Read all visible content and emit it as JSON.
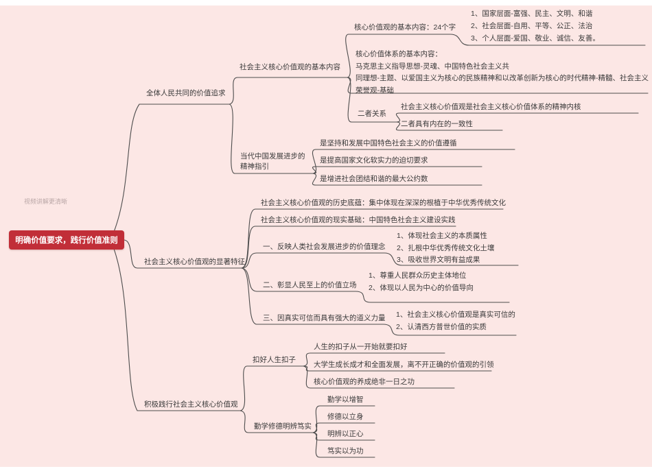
{
  "colors": {
    "background": "#fce7e5",
    "root_background": "#c12e38",
    "line": "#4c4c4c",
    "text": "#3a3a3a"
  },
  "watermark": "视频讲解更清晰",
  "mindmap": {
    "root": "明确价值要求，践行价值准则",
    "branch1": {
      "label": "全体人民共同的价值追求",
      "basic_content": {
        "label": "社会主义核心价值观的基本内容",
        "content24": {
          "label": "核心价值观的基本内容：24个字",
          "items": [
            "1、国家层面-富强、民主、文明、和谐",
            "2、社会层面-自用、平等、公正、法治",
            "3、个人层面-爱国、敬业、诚信、友善。"
          ]
        },
        "system": {
          "lines": [
            "核心价值体系的基本内容：",
            "马克思主义指导思想-灵魂、中国特色社会主义共",
            "同理想-主题、以爱国主义为核心的民族精神和以改革创新为核心的时代精神-精髓、社会主义",
            "荣誉观-基础"
          ]
        },
        "relation": {
          "label": "二者关系",
          "items": [
            "社会主义核心价值观是社会主义核心价值体系的精神内核",
            "二者具有内在的一致性"
          ]
        }
      },
      "spiritual_guide": {
        "label_line1": "当代中国发展进步的",
        "label_line2": "精神指引",
        "items": [
          "是坚持和发展中国特色社会主义的价值遵循",
          "是提高国家文化软实力的迫切要求",
          "是增进社会团结和谐的最大公约数"
        ]
      }
    },
    "branch2": {
      "label": "社会主义核心价值观的显著特征",
      "history": "社会主义核心价值观的历史底蕴：集中体现在深深的根植于中华优秀传统文化",
      "reality": "社会主义核心价值观的现实基础：中国特色社会主义建设实践",
      "feature1": {
        "label": "一、反映人类社会发展进步的价值理念",
        "items": [
          "1、体现社会主义的本质属性",
          "2、扎根中华优秀传统文化土壤",
          "3、吸收世界文明有益成果"
        ]
      },
      "feature2": {
        "label": "二、彰显人民至上的价值立场",
        "items": [
          "1、尊重人民群众历史主体地位",
          "2、体现以人民为中心的价值导向"
        ]
      },
      "feature3": {
        "label": "三、因真实可信而具有强大的道义力量",
        "items": [
          "1、社会主义核心价值观是真实可信的",
          "2、认清西方普世价值的实质"
        ]
      }
    },
    "branch3": {
      "label": "积极践行社会主义核心价值观",
      "buttons": {
        "label": "扣好人生扣子",
        "items": [
          "人生的扣子从一开始就要扣好",
          "大学生成长成才和全面发展，离不开正确的价值观的引领",
          "核心价值观的养成绝非一日之功"
        ]
      },
      "practice": {
        "label": "勤学修德明辨笃实",
        "items": [
          "勤学以增智",
          "修德以立身",
          "明辨以正心",
          "笃实以为功"
        ]
      }
    }
  }
}
